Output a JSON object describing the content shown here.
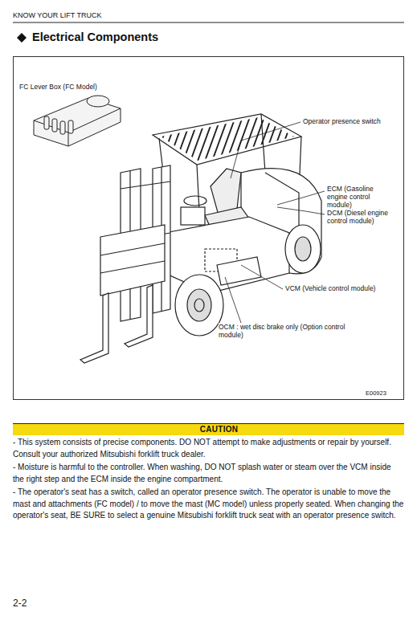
{
  "diagram": {
    "title": "Electrical Components",
    "nodes": [
      {
        "text": [
          "CAUTION",
          "- This system consists of precise components. DO NOT attempt to make adjustments or repair by yourself. Consult your authorized Mitsubishi forklift truck dealer.",
          "- Moisture is harmful to the controller. When washing, DO NOT splash water or steam over the VCM inside the right step and the ECM inside the engine compartment.",
          "- The operator's seat has a switch, called an operator presence switch. The operator is unable to move the mast and attachments (FC model) / to move the mast (MC model) unless properly seated. When changing the operator's seat, BE SURE to select a genuine Mitsubishi forklift truck seat with an operator presence switch."
        ]
      }
    ],
    "labels": [
      "KNOW YOUR LIFT TRUCK",
      "FC Lever Box (FC Model)",
      "Operator presence switch",
      "ECM (Gasoline engine control module)",
      "DCM (Diesel engine control module)",
      "VCM (Vehicle control module)",
      "OCM : wet disc brake only (Option control module)",
      "E00923",
      "2-2"
    ]
  }
}
